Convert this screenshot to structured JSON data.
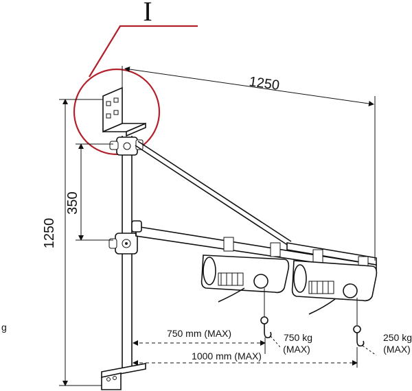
{
  "detail_callout": {
    "label": "I",
    "color": "#b2202a"
  },
  "dimensions": {
    "arm_length": "1250",
    "mast_height": "1250",
    "bracket_spacing": "350",
    "reach_near": "750 mm (MAX)",
    "reach_far": "1000 mm (MAX)"
  },
  "loads": {
    "near_value": "750 kg",
    "near_note": "(MAX)",
    "far_value": "250 kg",
    "far_note": "(MAX)"
  },
  "edge_fragment": "g"
}
